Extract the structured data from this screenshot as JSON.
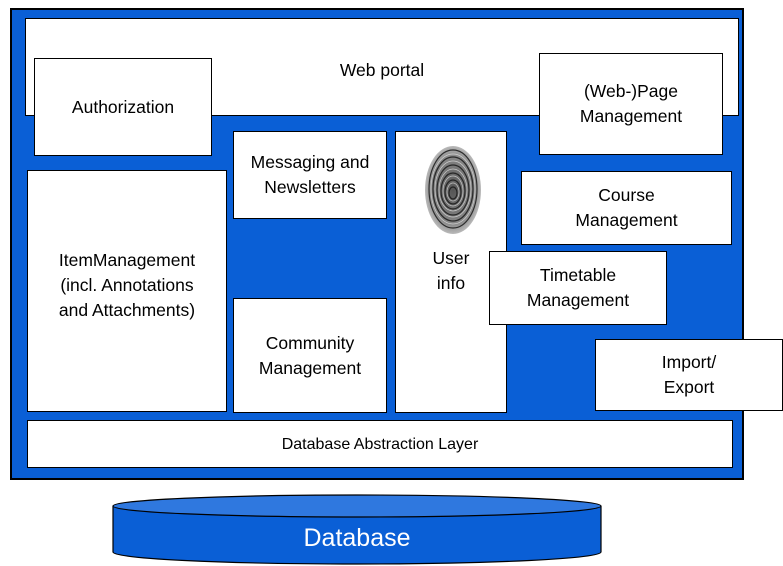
{
  "labels": {
    "web_portal": "Web portal",
    "authorization": "Authorization",
    "web_page_management": "(Web-)Page\nManagement",
    "messaging": "Messaging and\nNewsletters",
    "user_info": "User\ninfo",
    "course_management": "Course\nManagement",
    "item_management": "ItemManagement\n(incl. Annotations\nand Attachments)",
    "timetable_management": "Timetable\nManagement",
    "community_management": "Community\nManagement",
    "import_export": "Import/\nExport",
    "database_abstraction_layer": "Database Abstraction Layer",
    "database": "Database"
  },
  "colors": {
    "frame_blue": "#0a5fd6",
    "box_fill": "#ffffff",
    "database_fill": "#0a5fd6"
  },
  "icons": {
    "user_info_icon": "fingerprint-icon",
    "database_shape": "database-cylinder"
  }
}
